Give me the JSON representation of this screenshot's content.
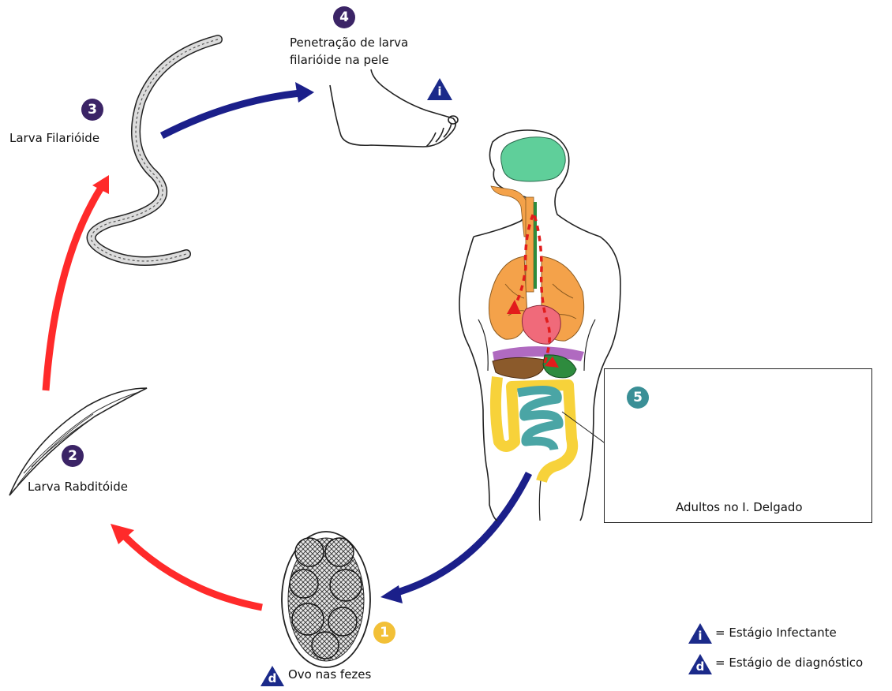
{
  "stages": {
    "s1": {
      "number": "1",
      "label": "Ovo nas fezes",
      "marker": "d",
      "color": "#f2c037"
    },
    "s2": {
      "number": "2",
      "label": "Larva Rabditóide",
      "color": "#3b2466"
    },
    "s3": {
      "number": "3",
      "label": "Larva Filarióide",
      "color": "#3b2466"
    },
    "s4": {
      "number": "4",
      "label_line1": "Penetração de larva",
      "label_line2": "filarióide na pele",
      "marker": "i",
      "color": "#3b2466"
    },
    "s5": {
      "number": "5",
      "label": "Adultos no I. Delgado",
      "color": "#3a8f96"
    }
  },
  "legend": {
    "infective": {
      "marker": "i",
      "text": "= Estágio Infectante"
    },
    "diagnostic": {
      "marker": "d",
      "text": "= Estágio de diagnóstico"
    }
  },
  "colors": {
    "environment_arrow": "#ff2a2a",
    "host_arrow": "#1b1f8a",
    "marker_triangle": "#1b2a8a",
    "brain": "#5fcf9a",
    "lungs": "#f4a24a",
    "intestine_large": "#f7d23a",
    "intestine_small": "#4aa5a5",
    "liver": "#8b5a2b",
    "stomach": "#2e8b3e",
    "heart": "#f06a7a",
    "migration_path": "#e21c1c"
  }
}
